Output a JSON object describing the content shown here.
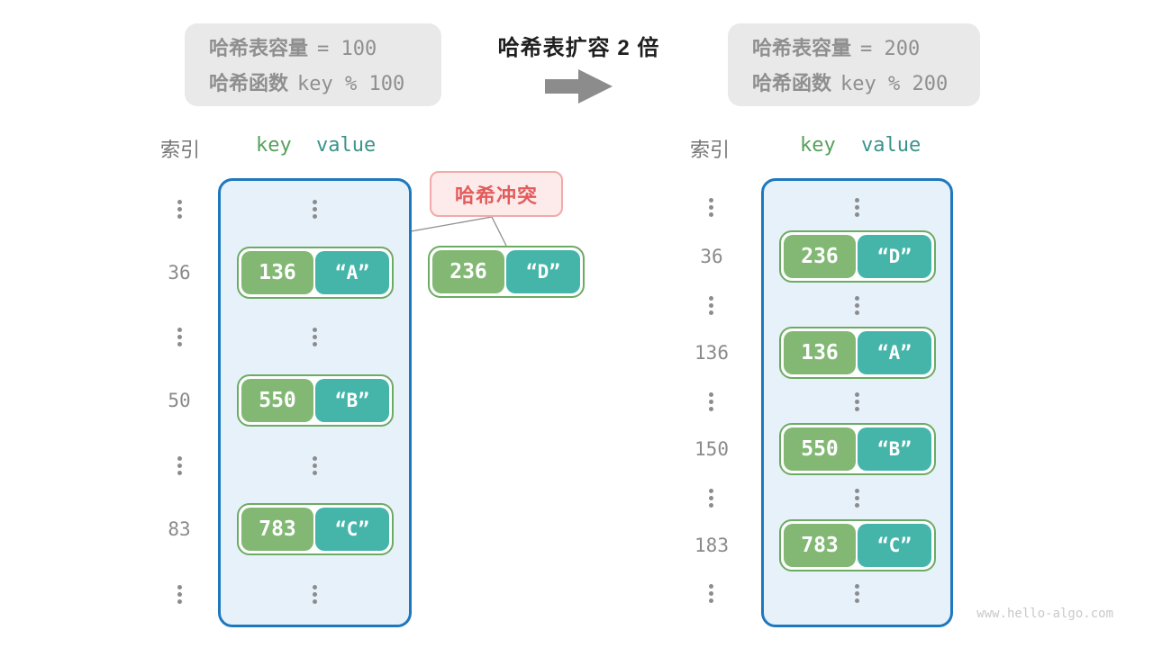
{
  "page": {
    "watermark": "www.hello-algo.com"
  },
  "header": {
    "left_box": {
      "line1_label": "哈希表容量",
      "line1_value": "= 100",
      "line2_label": "哈希函数",
      "line2_value": "key % 100"
    },
    "title": "哈希表扩容 2 倍",
    "right_box": {
      "line1_label": "哈希表容量",
      "line1_value": "= 200",
      "line2_label": "哈希函数",
      "line2_value": "key % 200"
    }
  },
  "collision": {
    "label": "哈希冲突",
    "pair": {
      "key": "236",
      "value": "“D”"
    }
  },
  "left_table": {
    "index_header": "索引",
    "key_header": "key",
    "value_header": "value",
    "rows": [
      {
        "type": "dots"
      },
      {
        "type": "pair",
        "index": "36",
        "key": "136",
        "value": "“A”"
      },
      {
        "type": "dots"
      },
      {
        "type": "pair",
        "index": "50",
        "key": "550",
        "value": "“B”"
      },
      {
        "type": "dots"
      },
      {
        "type": "pair",
        "index": "83",
        "key": "783",
        "value": "“C”"
      },
      {
        "type": "dots"
      }
    ]
  },
  "right_table": {
    "index_header": "索引",
    "key_header": "key",
    "value_header": "value",
    "rows": [
      {
        "type": "dots"
      },
      {
        "type": "pair",
        "index": "36",
        "key": "236",
        "value": "“D”"
      },
      {
        "type": "dots"
      },
      {
        "type": "pair",
        "index": "136",
        "key": "136",
        "value": "“A”"
      },
      {
        "type": "dots"
      },
      {
        "type": "pair",
        "index": "150",
        "key": "550",
        "value": "“B”"
      },
      {
        "type": "dots"
      },
      {
        "type": "pair",
        "index": "183",
        "key": "783",
        "value": "“C”"
      },
      {
        "type": "dots"
      }
    ]
  },
  "colors": {
    "table_fill": "#e7f1fa",
    "table_border": "#1e78be",
    "key_box": "#82b874",
    "value_box": "#45b5aa",
    "pair_border": "#6cab63",
    "collision_fill": "#fdeaea",
    "collision_border": "#f2a9a9",
    "collision_text": "#e25c5c",
    "info_box_fill": "#e9e9e9",
    "gray_text": "#8a8a8a"
  }
}
